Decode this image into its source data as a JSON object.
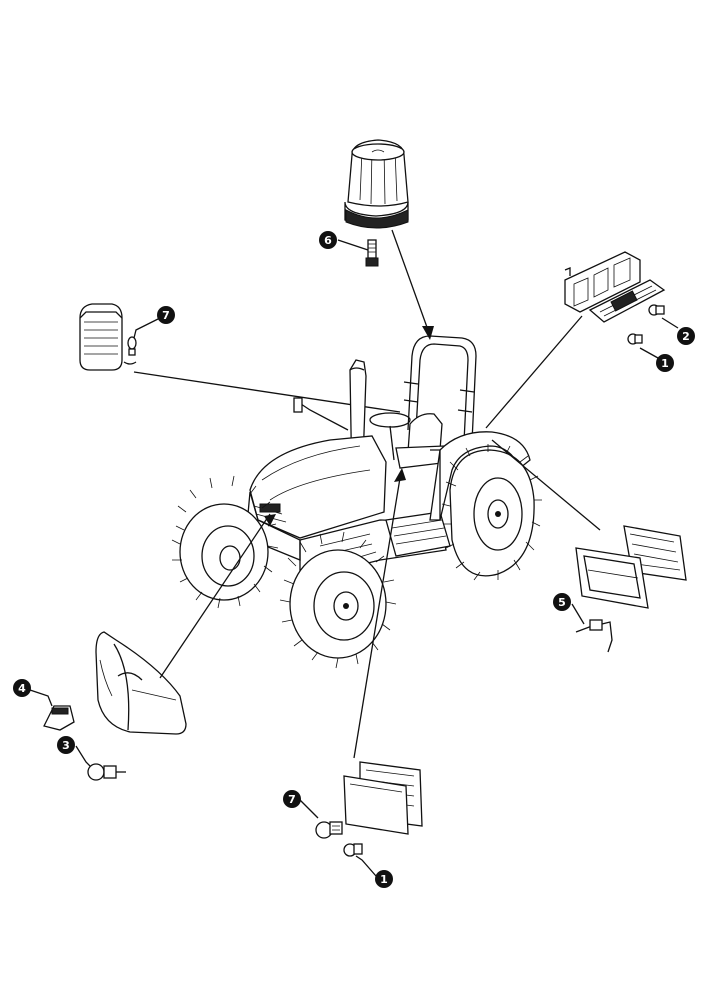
{
  "callouts": [
    {
      "id": "callout-6",
      "label": "6"
    },
    {
      "id": "callout-7-top",
      "label": "7"
    },
    {
      "id": "callout-2",
      "label": "2"
    },
    {
      "id": "callout-1-top",
      "label": "1"
    },
    {
      "id": "callout-5",
      "label": "5"
    },
    {
      "id": "callout-4",
      "label": "4"
    },
    {
      "id": "callout-3",
      "label": "3"
    },
    {
      "id": "callout-7-bottom",
      "label": "7"
    },
    {
      "id": "callout-1-bottom",
      "label": "1"
    }
  ],
  "colors": {
    "line": "#111111",
    "callout_fill": "#111111",
    "background": "#ffffff"
  }
}
